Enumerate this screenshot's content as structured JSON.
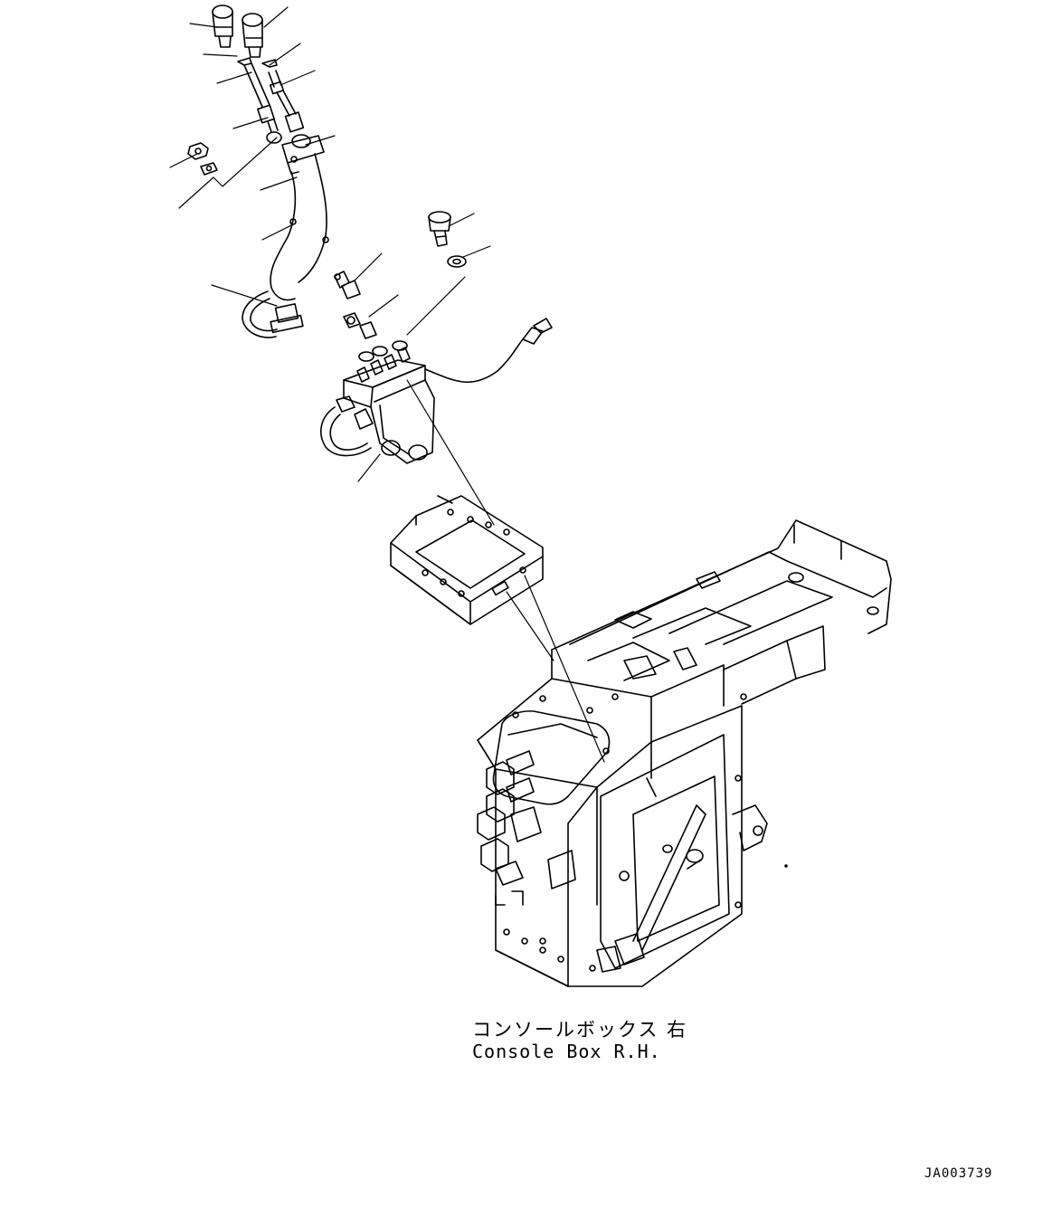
{
  "caption": {
    "japanese": "コンソールボックス 右",
    "english": "Console Box R.H."
  },
  "drawing_id": "JA003739",
  "colors": {
    "line": "#000000",
    "background": "#ffffff"
  }
}
